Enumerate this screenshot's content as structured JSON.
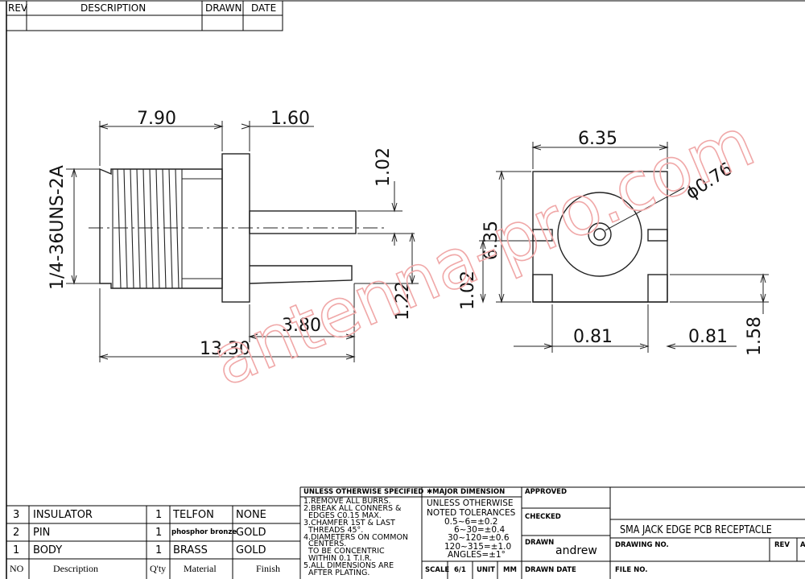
{
  "revision_block": {
    "headers": {
      "rev": "REV",
      "description": "DESCRIPTION",
      "drawn": "DRAWN",
      "date": "DATE"
    }
  },
  "dimensions": {
    "body_length": "7.90",
    "flange_thickness": "1.60",
    "thread_spec": "1/4-36UNS-2A",
    "pin_diameter": "1.02",
    "pin_offset": "1.22",
    "pin_length": "3.80",
    "overall_length": "13.30",
    "flange_width": "6.35",
    "flange_height": "6.35",
    "center_diameter": "ϕ0.76",
    "center_height": "1.02",
    "slot_left": "0.81",
    "slot_right": "0.81",
    "leg_height": "1.58"
  },
  "watermark": "antenna-pro.com",
  "bom": {
    "rows": [
      {
        "no": "3",
        "description": "INSULATOR",
        "qty": "1",
        "material": "TELFON",
        "finish": "NONE"
      },
      {
        "no": "2",
        "description": "PIN",
        "qty": "1",
        "material": "phosphor bronze",
        "finish": "GOLD"
      },
      {
        "no": "1",
        "description": "BODY",
        "qty": "1",
        "material": "BRASS",
        "finish": "GOLD"
      }
    ],
    "headers": {
      "no": "NO",
      "description": "Description",
      "qty": "Q'ty",
      "material": "Material",
      "finish": "Finish"
    }
  },
  "notes": {
    "header": "UNLESS OTHERWISE SPECIFIED",
    "text": "1.REMOVE ALL BURRS.\n2.BREAK ALL CONNERS &\n  EDGES C0.15 MAX.\n3.CHAMFER 1ST & LAST\n  THREADS 45°.\n4.DIAMETERS ON COMMON\n  CENTERS.\n  TO BE CONCENTRIC\n  WITHIN 0.1 T.I.R.\n5.ALL DIMENSIONS ARE\n  AFTER PLATING."
  },
  "tolerances": {
    "header": "✱MAJOR DIMENSION",
    "line1": "UNLESS OTHERWISE",
    "line2": "NOTED TOLERANCES",
    "rows": [
      "0.5~6=±0.2",
      "6~30=±0.4",
      "30~120=±0.6",
      "120~315=±1.0",
      "ANGLES=±1°"
    ],
    "scale_label": "SCALE",
    "scale_value": "6/1",
    "unit_label": "UNIT",
    "unit_value": "MM"
  },
  "title_block": {
    "approved_label": "APPROVED",
    "checked_label": "CHECKED",
    "drawn_label": "DRAWN",
    "drawn_by": "andrew",
    "drawn_date_label": "DRAWN DATE",
    "title": "SMA JACK EDGE PCB RECEPTACLE",
    "drawing_no_label": "DRAWING NO.",
    "rev_label": "REV",
    "rev_value": "A",
    "file_no_label": "FILE NO."
  }
}
